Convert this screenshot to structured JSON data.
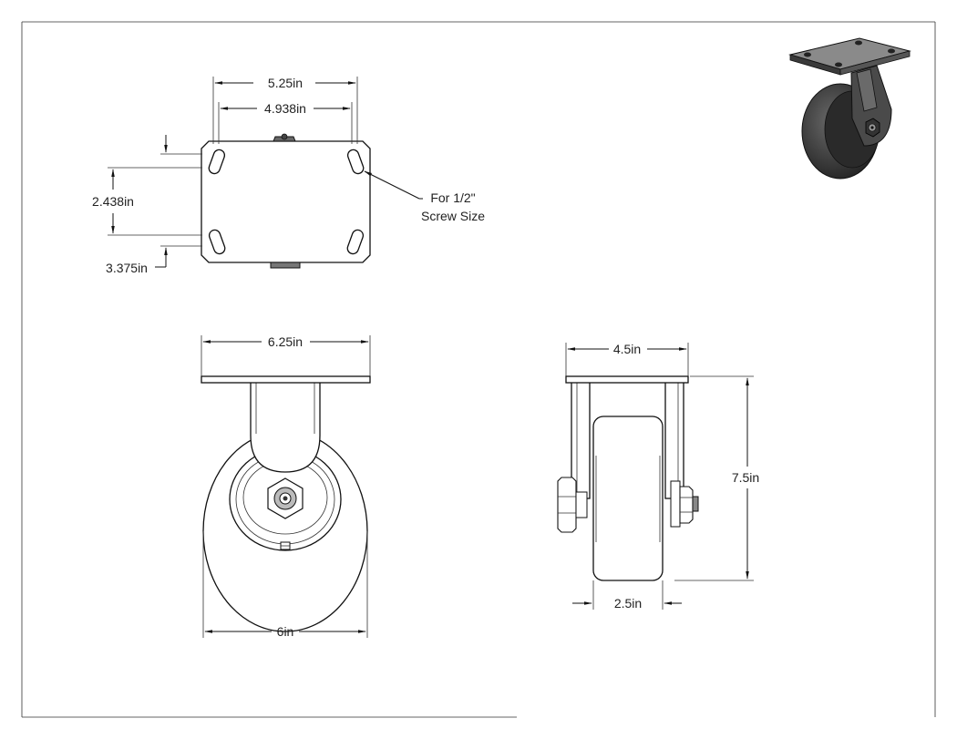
{
  "top_view": {
    "dim_outer_hole_spacing": "5.25in",
    "dim_inner_hole_spacing": "4.938in",
    "dim_vertical_hole_spacing": "2.438in",
    "dim_plate_depth": "3.375in",
    "note_line1": "For 1/2\"",
    "note_line2": "Screw Size"
  },
  "front_view": {
    "dim_plate_width": "6.25in",
    "dim_wheel_diameter": "6in"
  },
  "side_view": {
    "dim_plate_width": "4.5in",
    "dim_overall_height": "7.5in",
    "dim_wheel_width": "2.5in"
  },
  "iso_view": {
    "icon": "caster-isometric-render"
  }
}
